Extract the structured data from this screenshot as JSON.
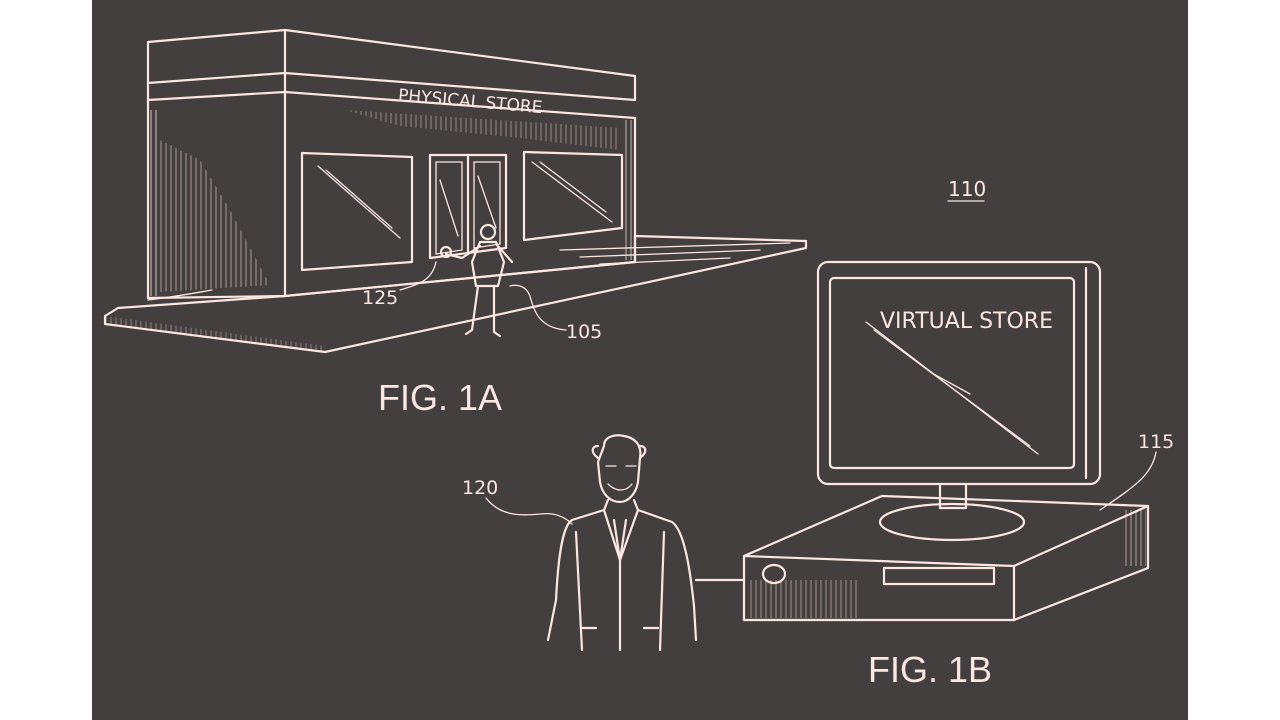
{
  "figures": [
    {
      "id": "fig-1a",
      "caption": "FIG. 1A"
    },
    {
      "id": "fig-1b",
      "caption": "FIG. 1B"
    }
  ],
  "labels": {
    "physical_store": "PHYSICAL STORE",
    "virtual_store": "VIRTUAL STORE",
    "ref_110": "110",
    "ref_125": "125",
    "ref_105": "105",
    "ref_115": "115",
    "ref_120": "120"
  },
  "colors": {
    "background": "#433f3e",
    "line": "#fce6e1",
    "margin": "#ffffff"
  }
}
